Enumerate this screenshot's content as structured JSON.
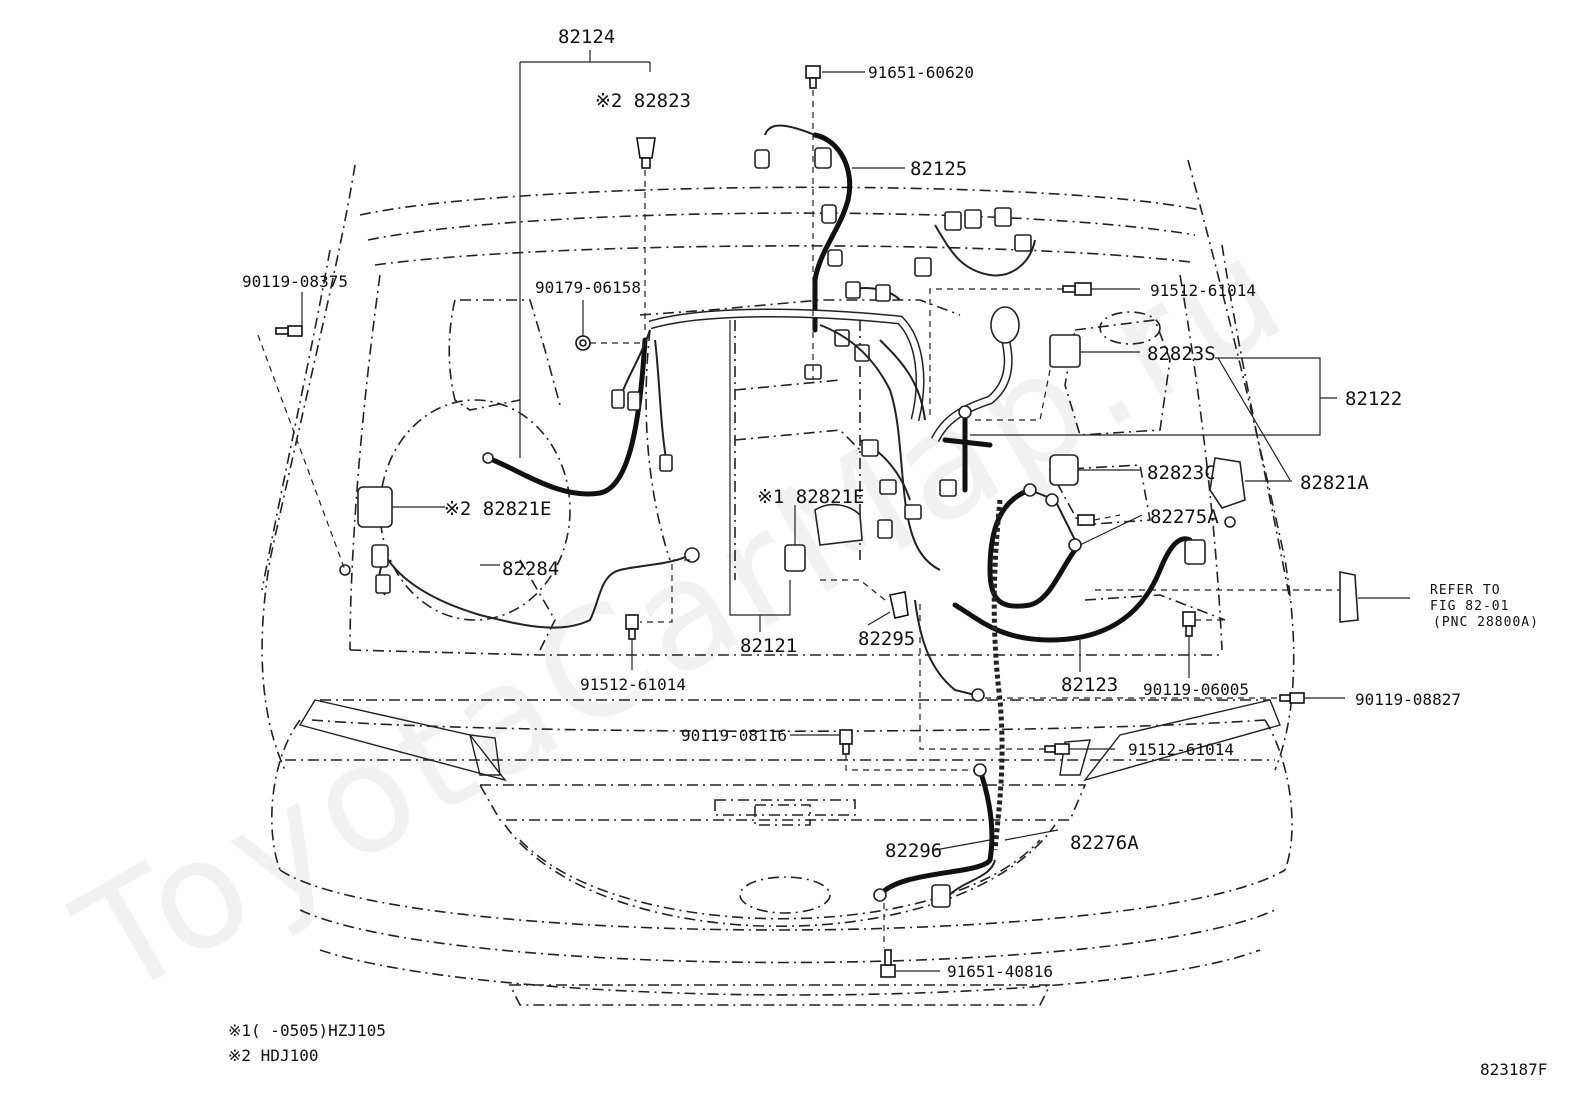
{
  "watermark": "ToyotaCarMap.ru",
  "figure_code": "823187F",
  "notes": [
    "※1(     -0505)HZJ105",
    "※2 HDJ100"
  ],
  "reference": {
    "line1": "REFER TO",
    "line2": "FIG 82-01",
    "line3": "(PNC 28800A)"
  },
  "parts": {
    "p82124": "82124",
    "p82823": "※2 82823",
    "p91651_60620": "91651-60620",
    "p82125": "82125",
    "p90119_08375": "90119-08375",
    "p90179_06158": "90179-06158",
    "p91512_61014_a": "91512-61014",
    "p82823S": "82823S",
    "p82122": "82122",
    "p82823C": "82823C",
    "p82821A": "82821A",
    "p82821E_2": "※2 82821E",
    "p82821E_1": "※1 82821E",
    "p82275A": "82275A",
    "p82284": "82284",
    "p82121": "82121",
    "p82295": "82295",
    "p91512_61014_b": "91512-61014",
    "p82123": "82123",
    "p90119_06005": "90119-06005",
    "p90119_08827": "90119-08827",
    "p90119_08116": "90119-08116",
    "p91512_61014_c": "91512-61014",
    "p82296": "82296",
    "p82276A": "82276A",
    "p91651_40816": "91651-40816"
  }
}
